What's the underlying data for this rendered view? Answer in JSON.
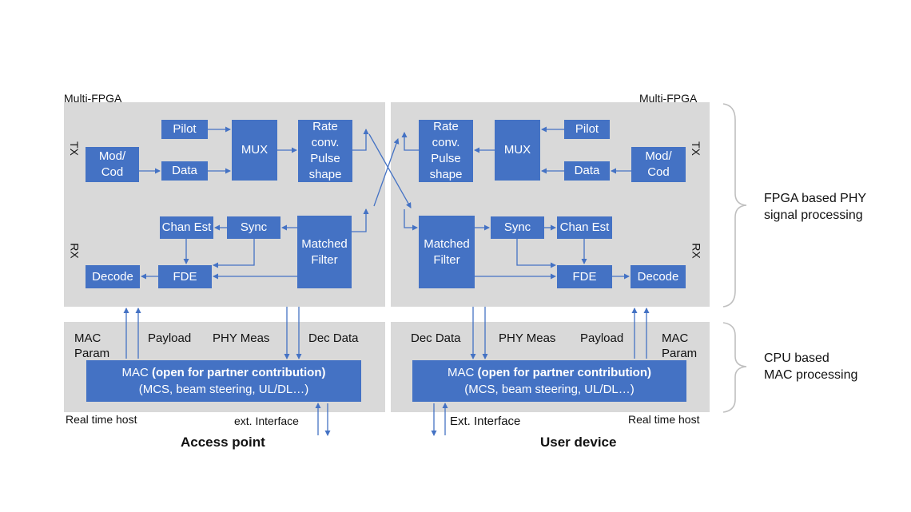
{
  "panels": {
    "left_fpga_label": "Multi-FPGA",
    "right_fpga_label": "Multi-FPGA",
    "tx": "TX",
    "rx": "RX",
    "left_host": "Real time host",
    "right_host": "Real time host"
  },
  "left": {
    "pilot": "Pilot",
    "modcod": "Mod/\nCod",
    "data": "Data",
    "mux": "MUX",
    "rate": "Rate\nconv.\nPulse\nshape",
    "chan_est": "Chan Est",
    "sync": "Sync",
    "matched": "Matched\nFilter",
    "decode": "Decode",
    "fde": "FDE",
    "mac_param": "MAC\nParam",
    "payload": "Payload",
    "phy_meas": "PHY Meas",
    "dec_data": "Dec Data",
    "mac_line1": "MAC ",
    "mac_bold": "(open for partner contribution)",
    "mac_line2": "(MCS, beam steering, UL/DL…)",
    "ext_interface": "ext. Interface",
    "title": "Access point"
  },
  "right": {
    "pilot": "Pilot",
    "modcod": "Mod/\nCod",
    "data": "Data",
    "mux": "MUX",
    "rate": "Rate\nconv.\nPulse\nshape",
    "chan_est": "Chan Est",
    "sync": "Sync",
    "matched": "Matched\nFilter",
    "decode": "Decode",
    "fde": "FDE",
    "mac_param": "MAC\nParam",
    "payload": "Payload",
    "phy_meas": "PHY Meas",
    "dec_data": "Dec Data",
    "mac_line1": "MAC ",
    "mac_bold": "(open for partner contribution)",
    "mac_line2": "(MCS, beam steering, UL/DL…)",
    "ext_interface": "Ext. Interface",
    "title": "User device"
  },
  "side": {
    "fpga_phy": "FPGA based PHY\nsignal processing",
    "cpu_mac": "CPU based\nMAC processing"
  },
  "colors": {
    "block": "#4472c4",
    "panel": "#d9d9d9",
    "wire": "#4472c4",
    "brace": "#bfbfbf"
  }
}
